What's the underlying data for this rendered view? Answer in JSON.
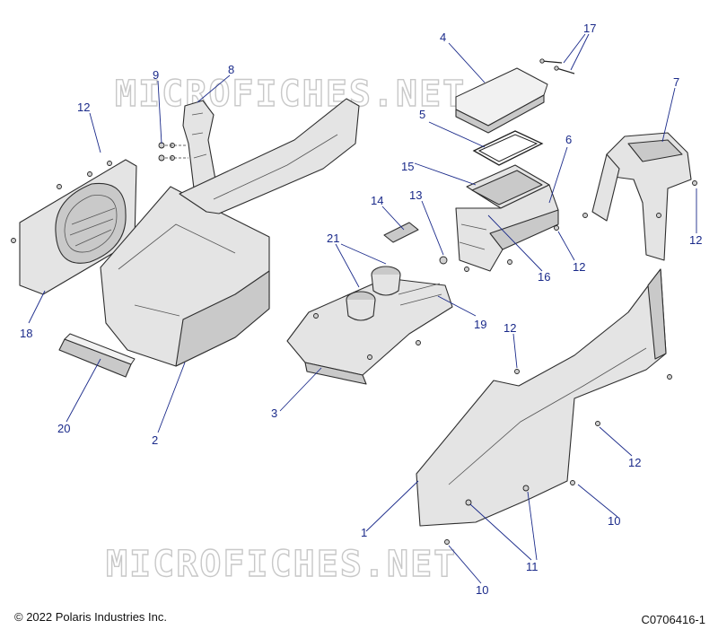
{
  "watermark": "MICROFICHES.NET",
  "copyright": "© 2022 Polaris Industries Inc.",
  "figure_id": "C0706416-1",
  "callouts": {
    "c1": "1",
    "c2": "2",
    "c3": "3",
    "c4": "4",
    "c5": "5",
    "c6": "6",
    "c7": "7",
    "c8": "8",
    "c9": "9",
    "c10a": "10",
    "c10b": "10",
    "c11": "11",
    "c12a": "12",
    "c12b": "12",
    "c12c": "12",
    "c12d": "12",
    "c12e": "12",
    "c13": "13",
    "c14": "14",
    "c15": "15",
    "c16": "16",
    "c17": "17",
    "c18": "18",
    "c19": "19",
    "c20": "20",
    "c21": "21"
  },
  "colors": {
    "callout": "#1a2a8a",
    "watermark": "#c8c8c8",
    "line": "#2e2e2e"
  }
}
